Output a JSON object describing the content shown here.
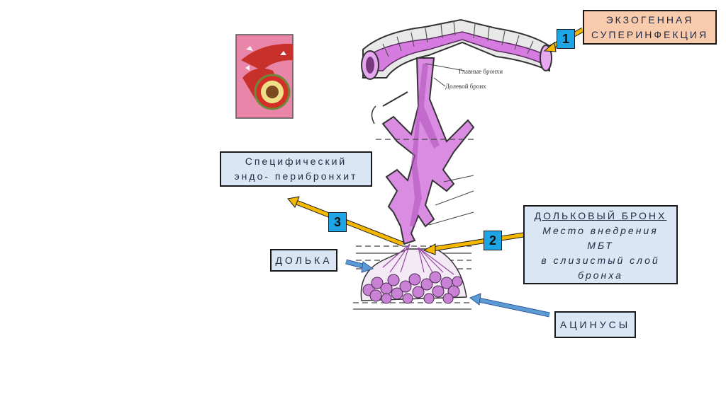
{
  "callouts": {
    "exogenous": {
      "line1": "ЭКЗОГЕННАЯ",
      "line2": "СУПЕРИНФЕКЦИЯ",
      "number": "1"
    },
    "endobronchitis": {
      "line1": "Специфический",
      "line2": "эндо- перибронхит",
      "number": "3"
    },
    "lobular_bronchus": {
      "title": "ДОЛЬКОВЫЙ БРОНХ",
      "line1": "Место внедрения",
      "line2": "МБТ",
      "line3": "в слизистый слой",
      "line4": "бронха",
      "number": "2"
    },
    "lobule": {
      "label": "ДОЛЬКА"
    },
    "acini": {
      "label": "АЦИНУСЫ"
    }
  },
  "illustration": {
    "labels": {
      "main_bronchi": "Главные бронхи",
      "lobar_bronchus": "Долевой бронх"
    }
  },
  "colors": {
    "peach_box": "#f8cbad",
    "blue_box": "#dae6f3",
    "number_badge": "#1ea5e6",
    "yellow_arrow": "#f5b800",
    "blue_arrow": "#5b9bd5",
    "bronchus_mucosa": "#d67be0"
  }
}
